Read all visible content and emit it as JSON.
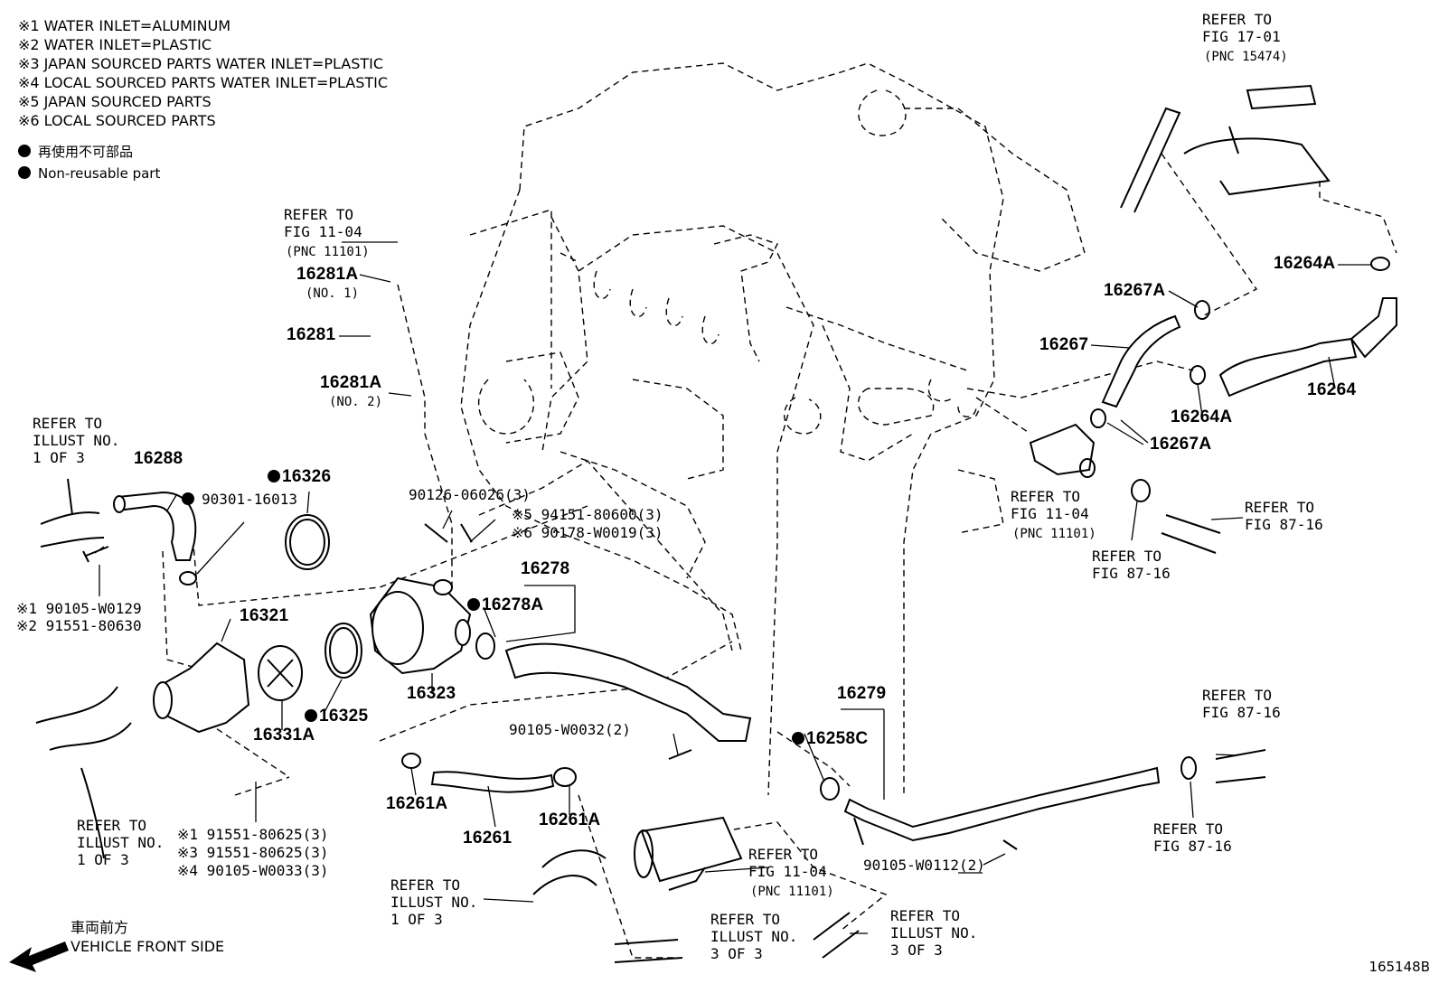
{
  "notes": [
    "※1 WATER INLET=ALUMINUM",
    "※2 WATER INLET=PLASTIC",
    "※3 JAPAN SOURCED PARTS WATER INLET=PLASTIC",
    "※4 LOCAL SOURCED PARTS WATER INLET=PLASTIC",
    "※5 JAPAN SOURCED PARTS",
    "※6 LOCAL SOURCED PARTS"
  ],
  "legend": {
    "jp": "再使用不可部品",
    "en": "Non-reusable part"
  },
  "refs": {
    "fig1701": "REFER TO\nFIG 17-01",
    "fig1701_pnc": "(PNC 15474)",
    "fig1104_top": "REFER TO\nFIG 11-04",
    "fig1104_top_pnc": "(PNC 11101)",
    "illust1_left": "REFER TO\nILLUST NO.\n1 OF 3",
    "fig1104_mid": "REFER TO\nFIG 11-04",
    "fig1104_mid_pnc": "(PNC 11101)",
    "fig8716_a": "REFER TO\nFIG 87-16",
    "fig8716_b": "REFER TO\nFIG 87-16",
    "fig8716_c": "REFER TO\nFIG 87-16",
    "fig8716_d": "REFER TO\nFIG 87-16",
    "illust1_bottomleft": "REFER TO\nILLUST NO.\n1 OF 3",
    "illust1_bottom": "REFER TO\nILLUST NO.\n1 OF 3",
    "fig1104_bottom": "REFER TO\nFIG 11-04",
    "fig1104_bottom_pnc": "(PNC 11101)",
    "illust3_a": "REFER TO\nILLUST NO.\n3 OF 3",
    "illust3_b": "REFER TO\nILLUST NO.\n3 OF 3"
  },
  "parts": {
    "p16281A_1": "16281A",
    "p16281A_1_sub": "(NO. 1)",
    "p16281": "16281",
    "p16281A_2": "16281A",
    "p16281A_2_sub": "(NO. 2)",
    "p16288": "16288",
    "p90301": "90301-16013",
    "p16326": "16326",
    "p90126": "90126-06026(3)",
    "p94151": "※5 94151-80600(3)",
    "p90178": "※6 90178-W0019(3)",
    "p90105_w0129": "※1 90105-W0129",
    "p91551_80630": "※2 91551-80630",
    "p16321": "16321",
    "p16278": "16278",
    "p16278A": "16278A",
    "p16323": "16323",
    "p16325": "16325",
    "p16331A": "16331A",
    "p90105_w0032": "90105-W0032(2)",
    "p16261A_l": "16261A",
    "p16261": "16261",
    "p16261A_r": "16261A",
    "p91551_80625_1": "※1 91551-80625(3)",
    "p91551_80625_3": "※3 91551-80625(3)",
    "p90105_w0033": "※4 90105-W0033(3)",
    "p16279": "16279",
    "p16258C": "16258C",
    "p90105_w0112": "90105-W0112(2)",
    "p16264A_top": "16264A",
    "p16267A_top": "16267A",
    "p16267": "16267",
    "p16264": "16264",
    "p16264A_mid": "16264A",
    "p16267A_mid": "16267A"
  },
  "front": {
    "jp": "車両前方",
    "en": "VEHICLE FRONT SIDE"
  },
  "figure_id": "165148B"
}
